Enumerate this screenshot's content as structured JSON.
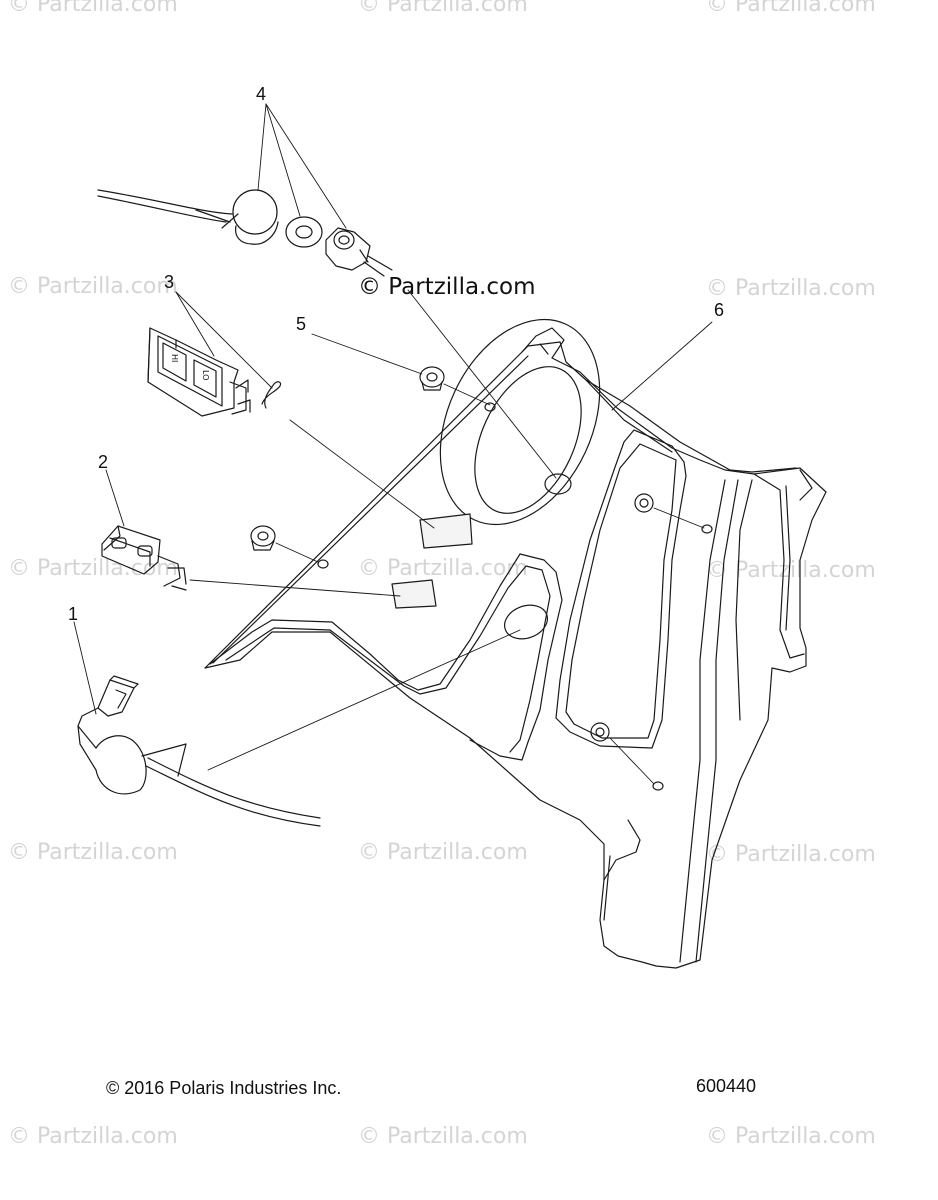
{
  "watermark": "© Partzilla.com",
  "center_watermark": "© Partzilla.com",
  "callouts": [
    "1",
    "2",
    "3",
    "4",
    "5",
    "6"
  ],
  "copyright": "© 2016 Polaris Industries Inc.",
  "figure_id": "600440",
  "switch_labels": {
    "hi": "HI",
    "lo": "LO"
  }
}
